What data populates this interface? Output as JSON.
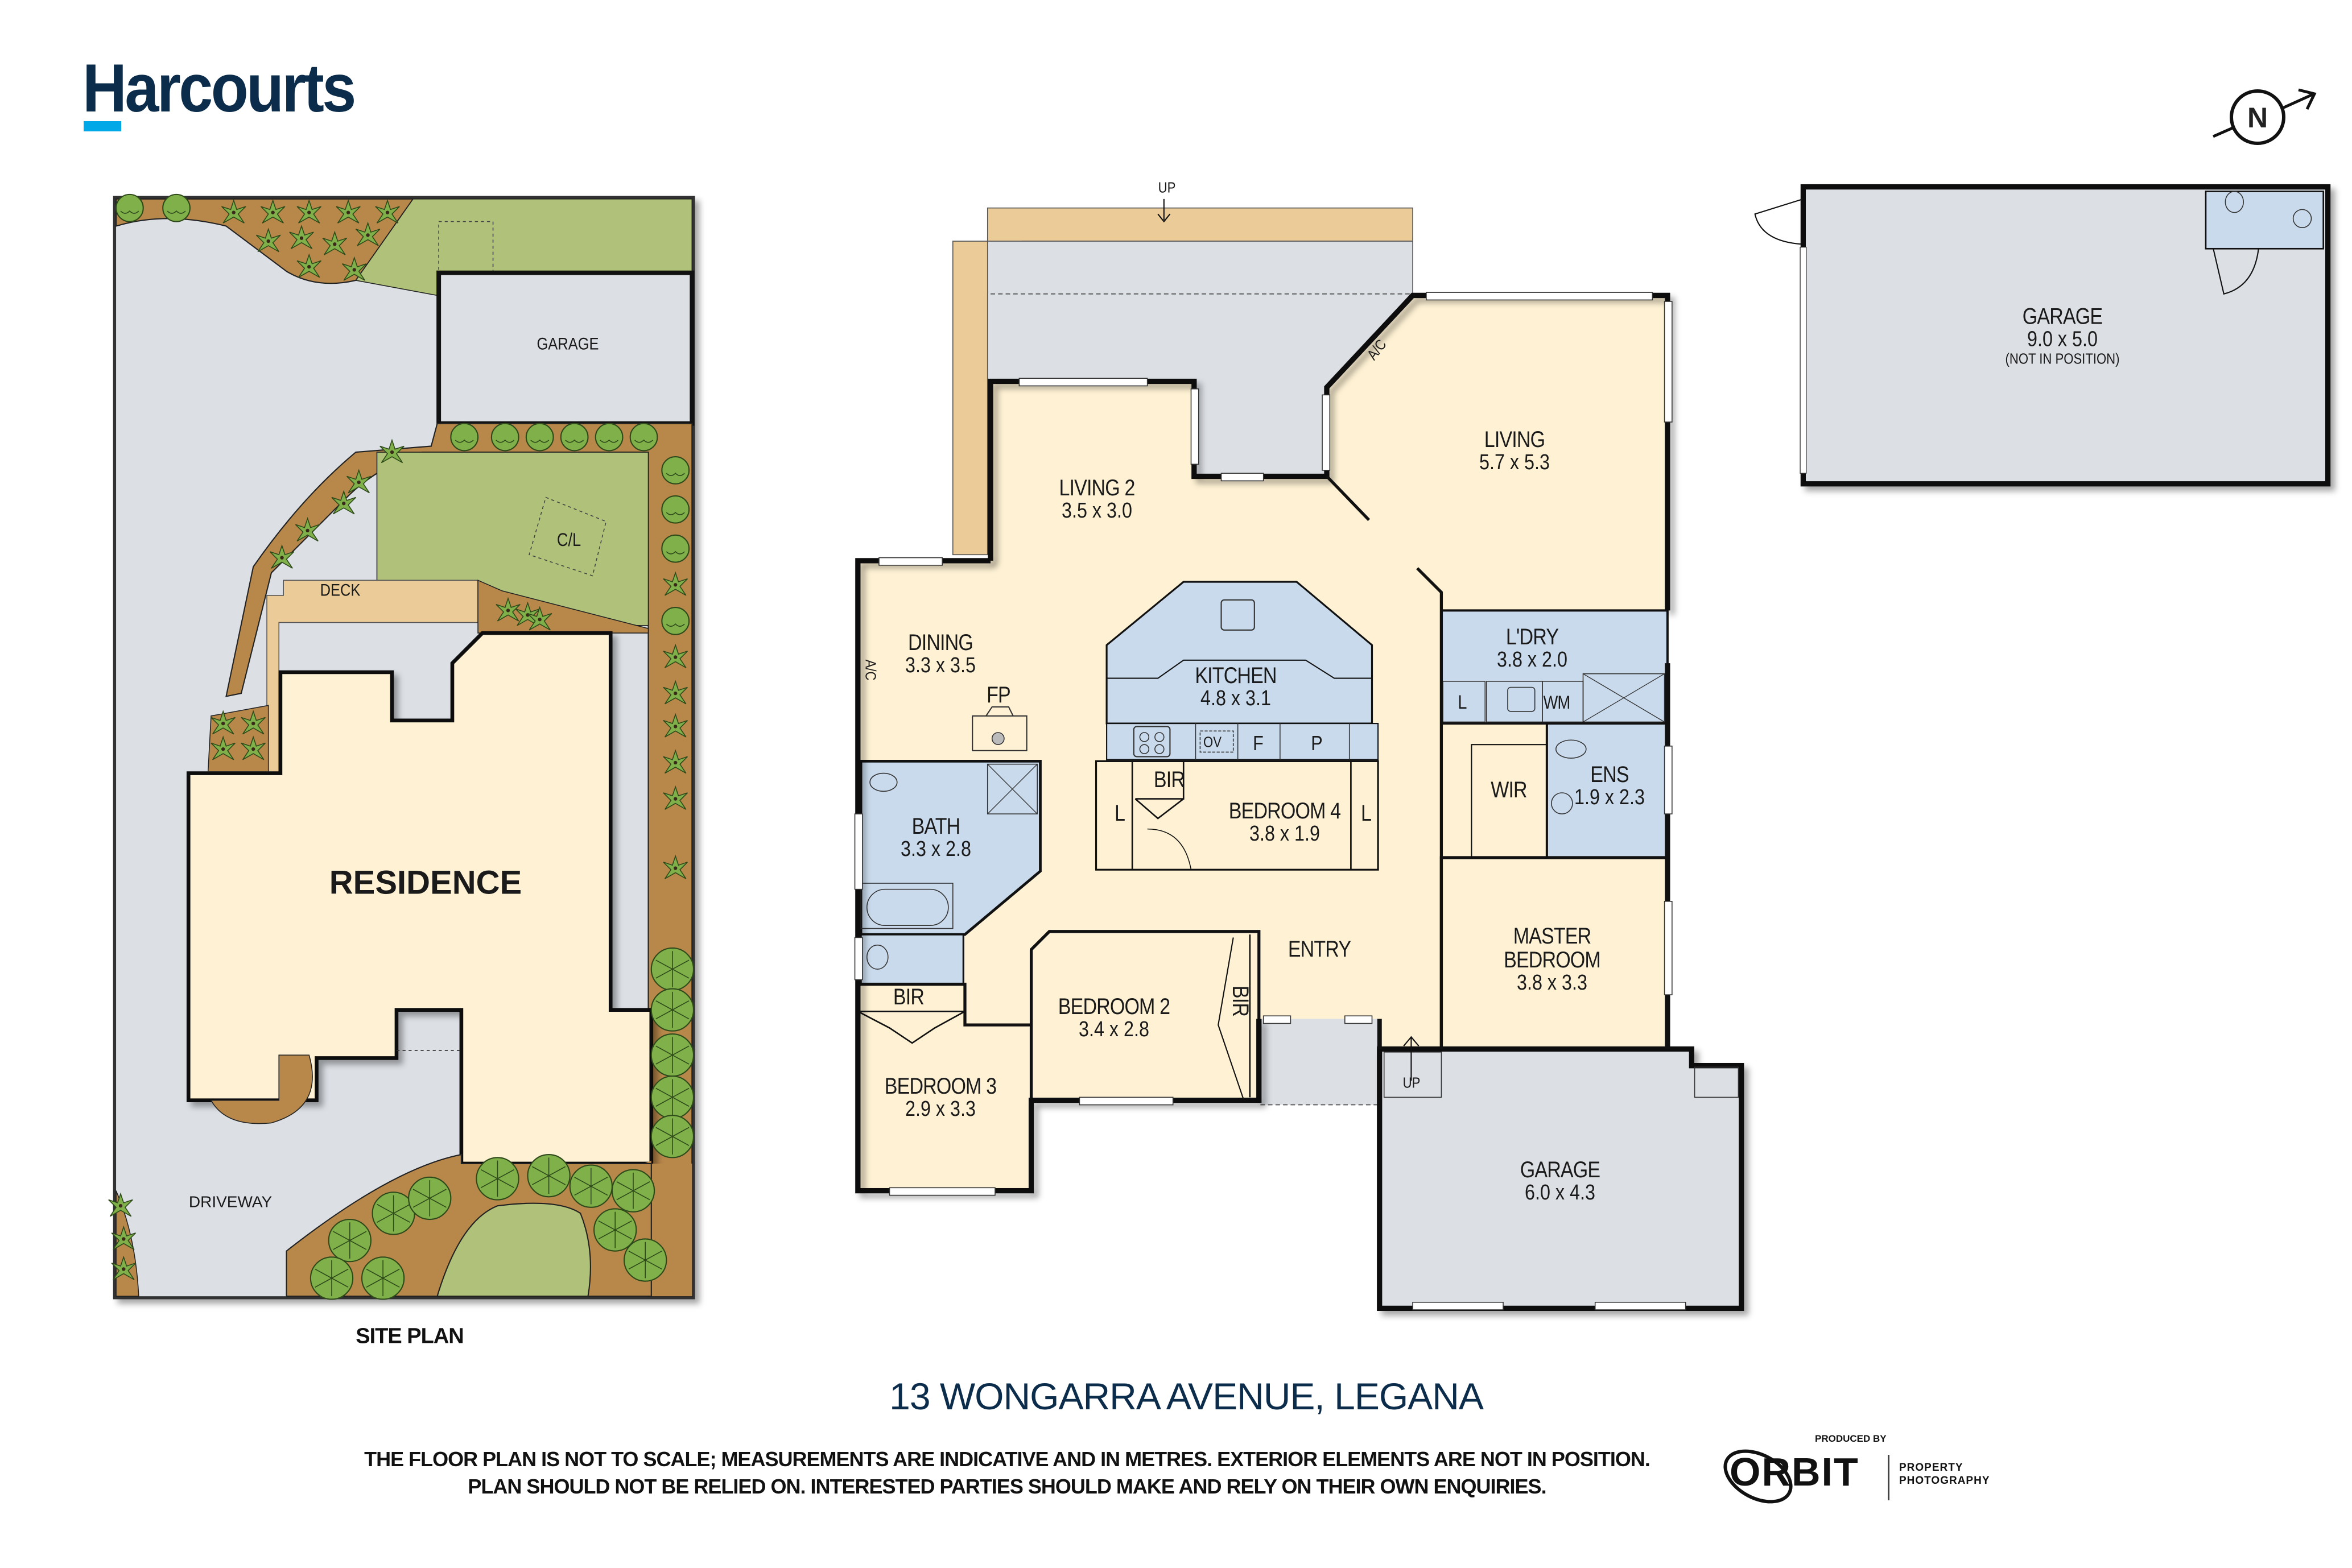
{
  "brand": {
    "name": "Harcourts",
    "primary_color": "#0b2c4a",
    "accent_color": "#00a8e8"
  },
  "compass": {
    "label": "N",
    "icon": "north-arrow-icon"
  },
  "colors": {
    "interior": "#fff2d4",
    "wet_area": "#c9daec",
    "garage_grey": "#dce0e5",
    "deck": "#ebcb98",
    "garden_bed": "#b8874a",
    "lawn": "#b0c27a",
    "plant": "#7fb04a",
    "wall": "#1a1a1a"
  },
  "site_plan": {
    "title": "SITE PLAN",
    "labels": {
      "garage": "GARAGE",
      "clothesline": "C/L",
      "deck": "DECK",
      "residence": "RESIDENCE",
      "driveway": "DRIVEWAY"
    }
  },
  "floor_plan": {
    "stairs_top": "UP",
    "stairs_entry": "UP",
    "rooms": {
      "living2": {
        "name": "LIVING 2",
        "dims": "3.5 x 3.0"
      },
      "living": {
        "name": "LIVING",
        "dims": "5.7 x 5.3"
      },
      "dining": {
        "name": "DINING",
        "dims": "3.3 x 3.5"
      },
      "kitchen": {
        "name": "KITCHEN",
        "dims": "4.8 x 3.1"
      },
      "laundry": {
        "name": "L'DRY",
        "dims": "3.8 x 2.0"
      },
      "ensuite": {
        "name": "ENS",
        "dims": "1.9 x 2.3"
      },
      "wir": {
        "name": "WIR"
      },
      "master": {
        "name_line1": "MASTER",
        "name_line2": "BEDROOM",
        "dims": "3.8 x 3.3"
      },
      "bath": {
        "name": "BATH",
        "dims": "3.3 x 2.8"
      },
      "bedroom4": {
        "name": "BEDROOM 4",
        "dims": "3.8 x 1.9"
      },
      "bedroom2": {
        "name": "BEDROOM 2",
        "dims": "3.4 x 2.8"
      },
      "bedroom3": {
        "name": "BEDROOM 3",
        "dims": "2.9 x 3.3"
      },
      "entry": {
        "name": "ENTRY"
      },
      "garage": {
        "name": "GARAGE",
        "dims": "6.0 x 4.3"
      }
    },
    "fixtures": {
      "ac_dining": "A/C",
      "ac_living": "A/C",
      "fireplace": "FP",
      "oven": "OV",
      "fridge": "F",
      "pantry": "P",
      "linen_left": "L",
      "linen_right": "L",
      "linen_laundry": "L",
      "washing_machine": "WM",
      "bir_bed4": "BIR",
      "bir_bed3": "BIR",
      "bir_bed2": "BIR"
    }
  },
  "detached_garage": {
    "name": "GARAGE",
    "dims": "9.0 x 5.0",
    "note": "(NOT IN POSITION)"
  },
  "footer": {
    "address": "13 WONGARRA AVENUE, LEGANA",
    "disclaimer_line1": "THE FLOOR PLAN IS NOT TO SCALE; MEASUREMENTS ARE INDICATIVE AND IN METRES. EXTERIOR ELEMENTS ARE NOT IN POSITION.",
    "disclaimer_line2": "PLAN SHOULD NOT BE RELIED ON. INTERESTED PARTIES SHOULD MAKE AND RELY ON THEIR OWN ENQUIRIES.",
    "producer": {
      "produced_by": "PRODUCED BY",
      "name": "ORBIT",
      "tagline_line1": "PROPERTY",
      "tagline_line2": "PHOTOGRAPHY"
    }
  }
}
